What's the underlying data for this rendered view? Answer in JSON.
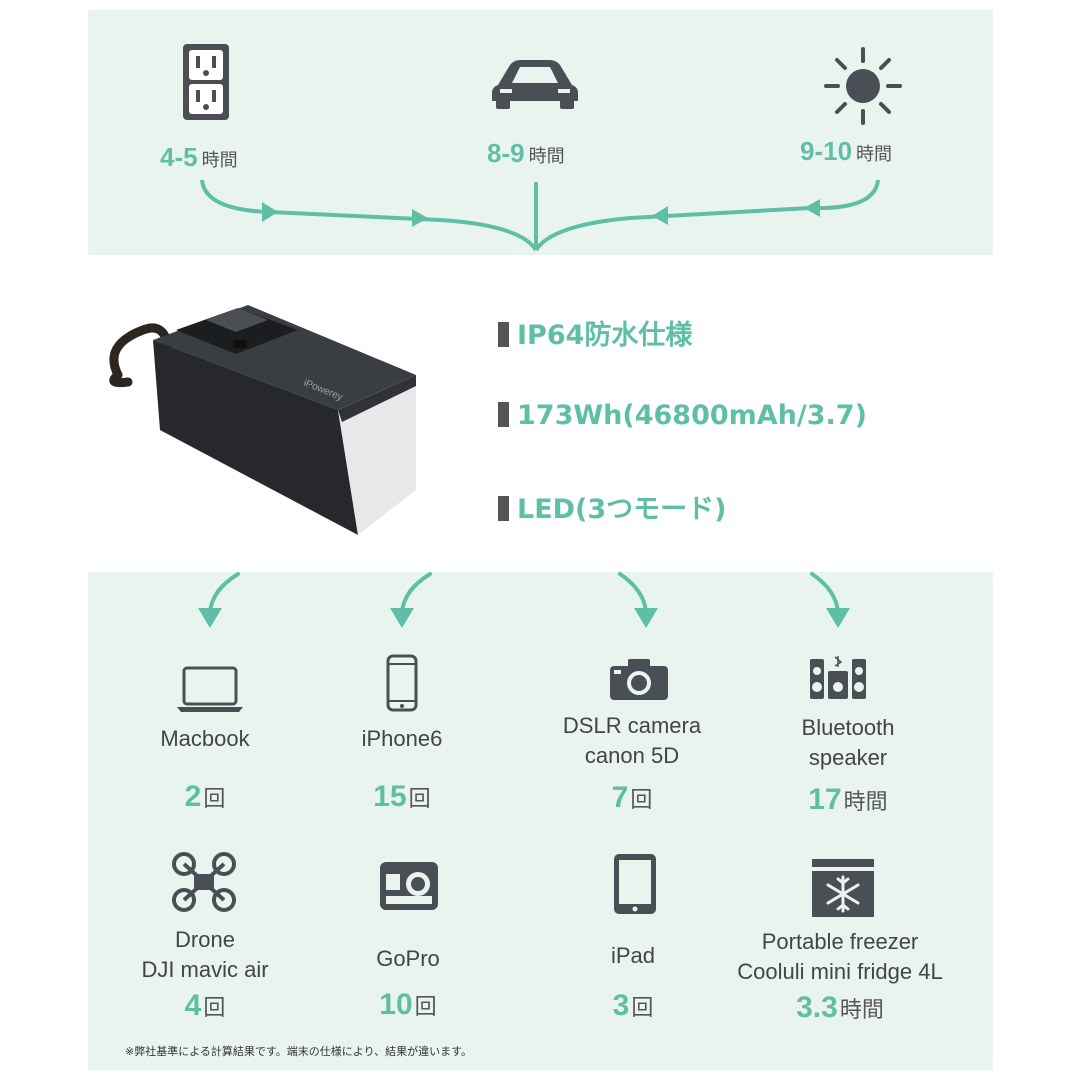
{
  "sources": [
    {
      "icon": "outlet-icon",
      "value": "4-5",
      "unit": "時間"
    },
    {
      "icon": "car-icon",
      "value": "8-9",
      "unit": "時間"
    },
    {
      "icon": "sun-icon",
      "value": "9-10",
      "unit": "時間"
    }
  ],
  "product": {
    "brand_text": "iPowerey"
  },
  "specs": [
    "IP64防水仕様",
    "173Wh(46800mAh/3.7)",
    "LED(3つモード)"
  ],
  "devices": [
    {
      "icon": "laptop-icon",
      "name_lines": [
        "Macbook"
      ],
      "count": "2",
      "unit": "回"
    },
    {
      "icon": "phone-icon",
      "name_lines": [
        "iPhone6"
      ],
      "count": "15",
      "unit": "回"
    },
    {
      "icon": "camera-icon",
      "name_lines": [
        "DSLR camera",
        "canon 5D"
      ],
      "count": "7",
      "unit": "回"
    },
    {
      "icon": "speaker-icon",
      "name_lines": [
        "Bluetooth",
        "speaker"
      ],
      "count": "17",
      "unit": "時間"
    },
    {
      "icon": "drone-icon",
      "name_lines": [
        "Drone",
        "DJI mavic air"
      ],
      "count": "4",
      "unit": "回"
    },
    {
      "icon": "gopro-icon",
      "name_lines": [
        "GoPro"
      ],
      "count": "10",
      "unit": "回"
    },
    {
      "icon": "tablet-icon",
      "name_lines": [
        "iPad"
      ],
      "count": "3",
      "unit": "回"
    },
    {
      "icon": "freezer-icon",
      "name_lines": [
        "Portable freezer",
        "Cooluli mini fridge 4L"
      ],
      "count": "3.3",
      "unit": "時間"
    }
  ],
  "footnote": "※弊社基準による計算結果です。端末の仕様により、結果が違います。",
  "colors": {
    "accent": "#5fbfa6",
    "panel": "#eaf4ef",
    "icon": "#4a4f55"
  }
}
